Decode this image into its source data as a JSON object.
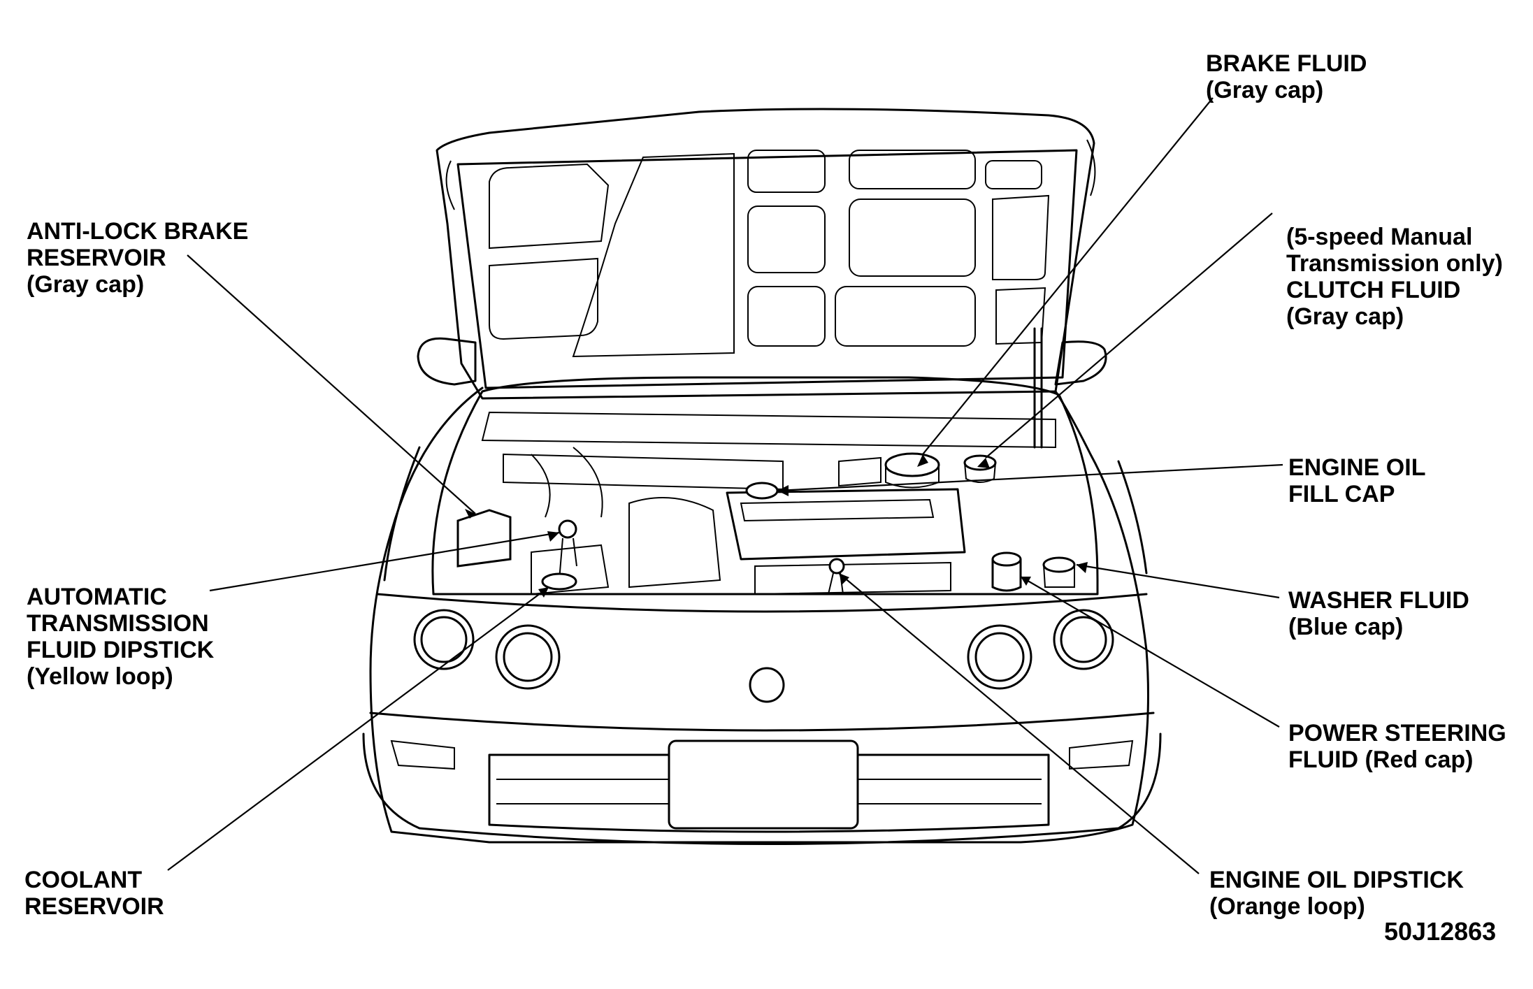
{
  "labels": {
    "brake_fluid": [
      "BRAKE FLUID",
      "(Gray cap)"
    ],
    "clutch_fluid": [
      "(5-speed Manual",
      "Transmission only)",
      "CLUTCH FLUID",
      "(Gray cap)"
    ],
    "abs_reservoir": [
      "ANTI-LOCK BRAKE",
      "RESERVOIR",
      "(Gray cap)"
    ],
    "engine_oil_fill": [
      "ENGINE OIL",
      "FILL CAP"
    ],
    "atf_dipstick": [
      "AUTOMATIC",
      "TRANSMISSION",
      "FLUID DIPSTICK",
      "(Yellow loop)"
    ],
    "washer_fluid": [
      "WASHER FLUID",
      "(Blue cap)"
    ],
    "power_steering": [
      "POWER STEERING",
      "FLUID (Red cap)"
    ],
    "coolant": [
      "COOLANT",
      "RESERVOIR"
    ],
    "engine_oil_dipstick": [
      "ENGINE OIL DIPSTICK",
      "(Orange loop)"
    ]
  },
  "figure_code": "50J12863"
}
